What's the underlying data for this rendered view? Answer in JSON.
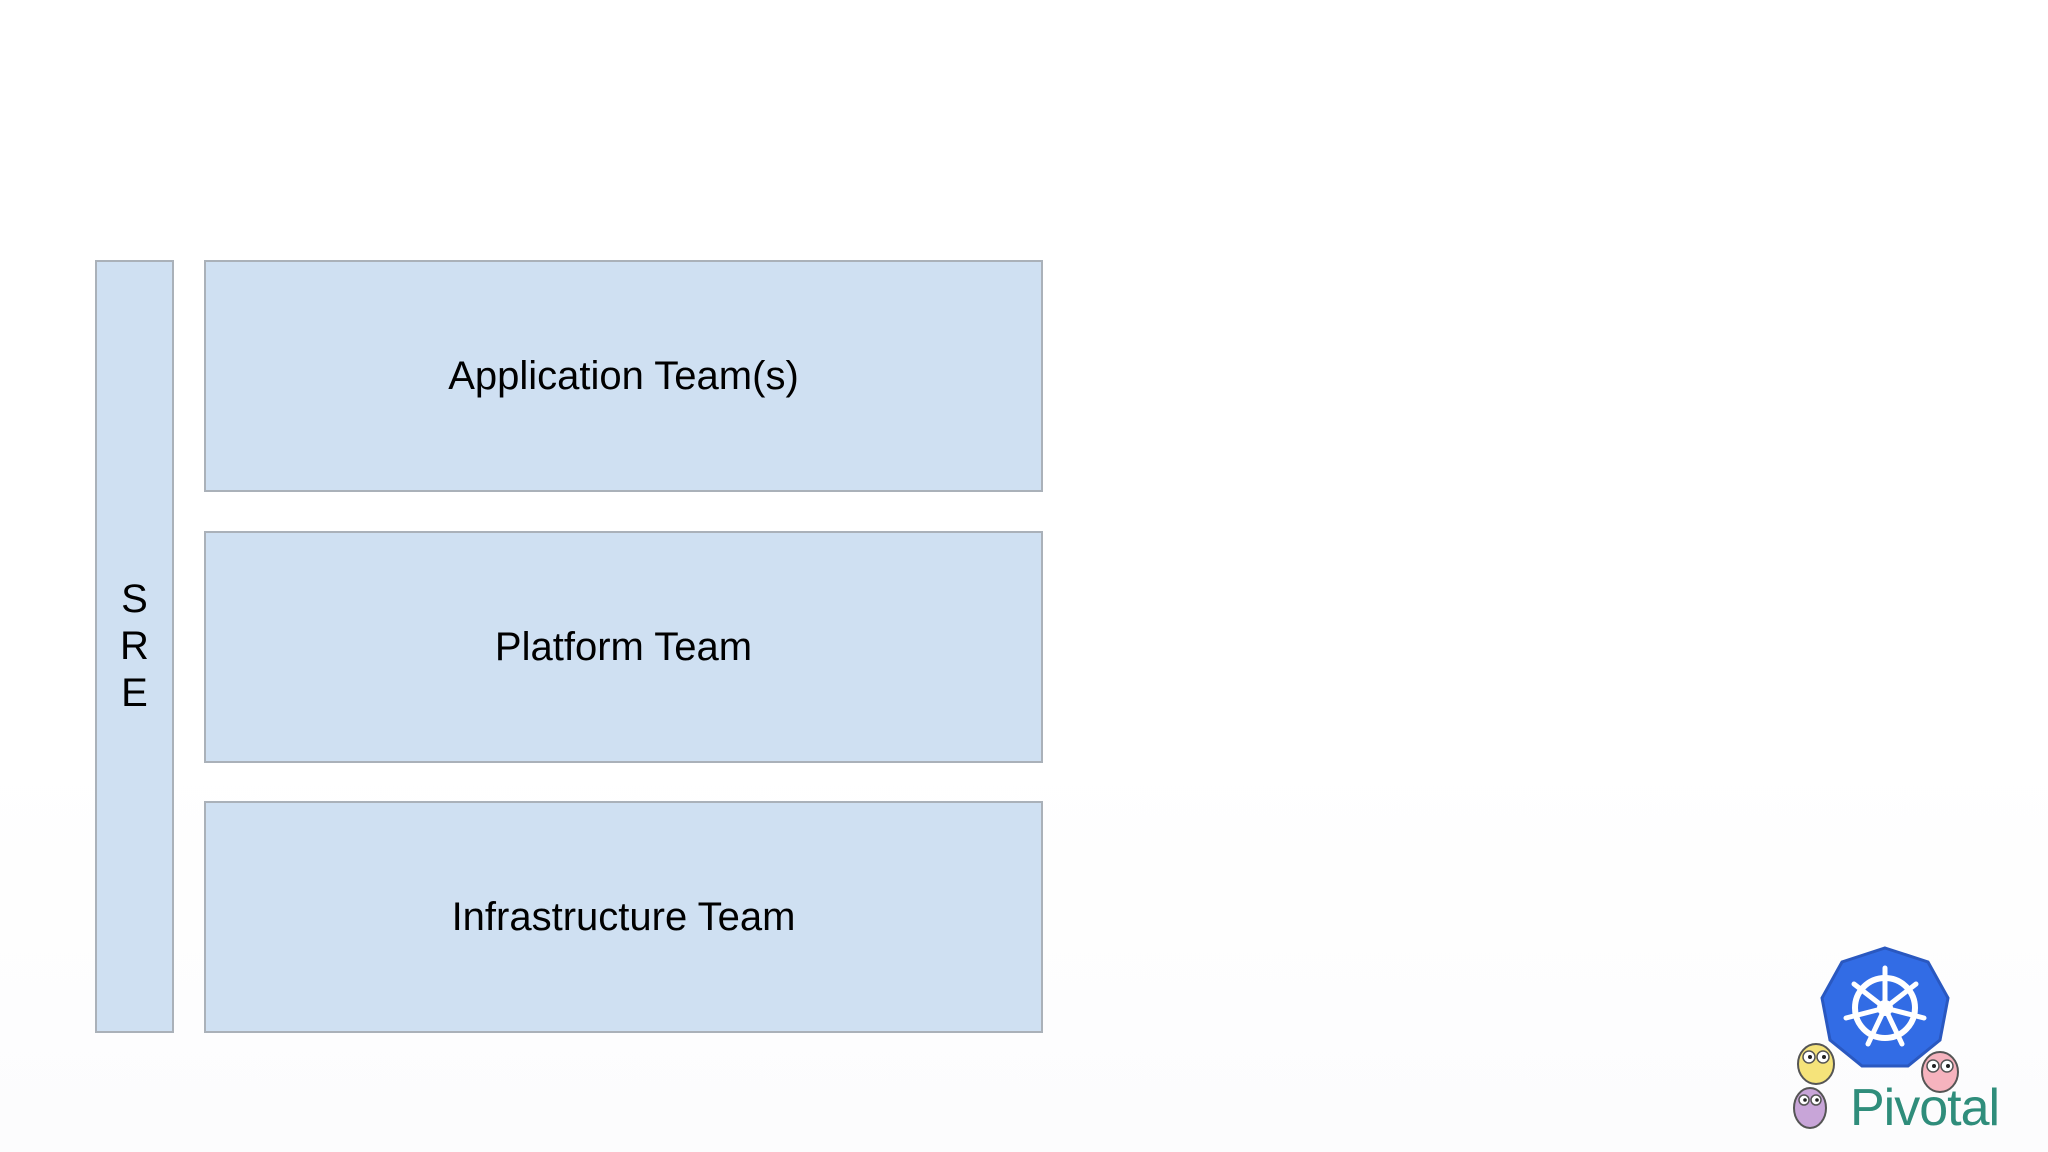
{
  "sre": {
    "letters": [
      "S",
      "R",
      "E"
    ]
  },
  "teams": [
    {
      "label": "Application Team(s)"
    },
    {
      "label": "Platform Team"
    },
    {
      "label": "Infrastructure Team"
    }
  ],
  "logo": {
    "text": "Pivotal",
    "icons": [
      "kubernetes-wheel-icon",
      "gopher-mascot-icon"
    ]
  },
  "colors": {
    "box_fill": "#cfe0f2",
    "box_border": "#aab1b9",
    "kubernetes_blue": "#326ce5",
    "pivotal_green": "#2f8d7b"
  }
}
